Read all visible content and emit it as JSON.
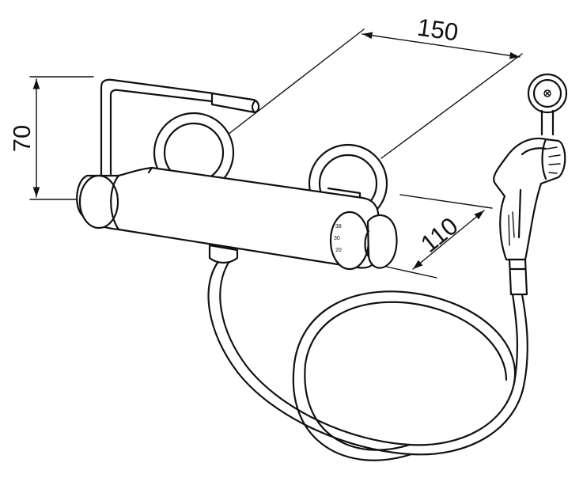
{
  "dimensions": {
    "height": "70",
    "width": "150",
    "depth": "110"
  },
  "temperature_scale": [
    "38",
    "30",
    "20"
  ],
  "colors": {
    "line": "#111111",
    "background": "#ffffff"
  }
}
